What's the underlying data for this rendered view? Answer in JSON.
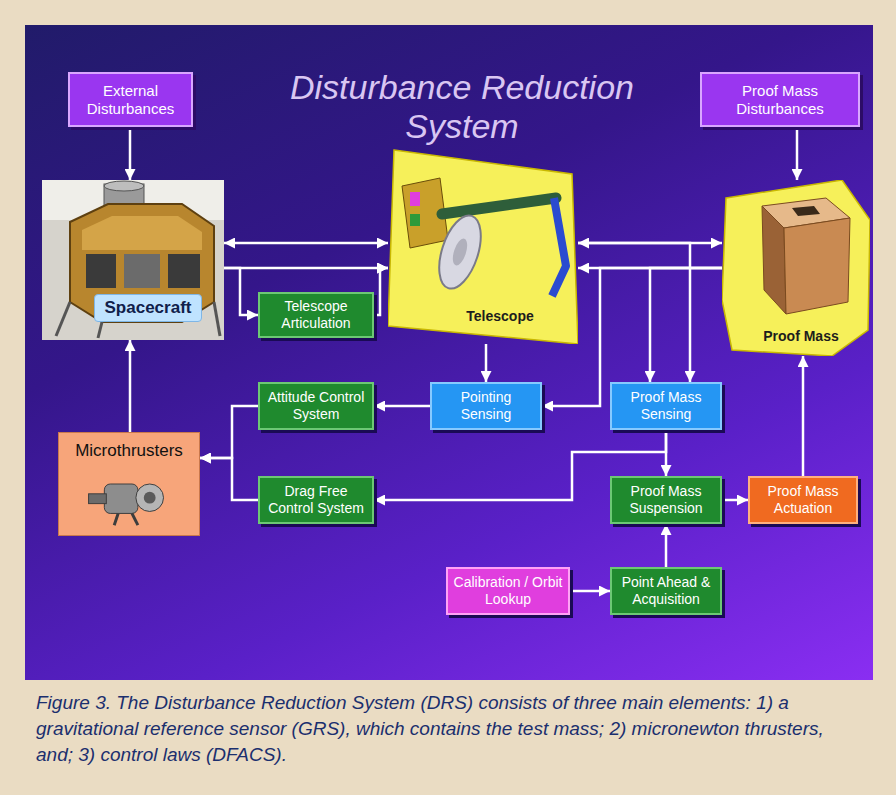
{
  "diagram": {
    "title": "Disturbance Reduction System",
    "caption": "Figure 3. The Disturbance Reduction System (DRS) consists of three main elements: 1) a gravitational reference sensor (GRS), which contains the test mass; 2) micronewton thrusters, and; 3) control laws (DFACS).",
    "nodes": [
      {
        "text": [
          "External Disturbances"
        ]
      },
      {
        "text": [
          "Proof Mass Disturbances"
        ]
      },
      {
        "text": [
          "Spacecraft"
        ]
      },
      {
        "text": [
          "Telescope Articulation"
        ]
      },
      {
        "text": [
          "Telescope"
        ]
      },
      {
        "text": [
          "Proof Mass"
        ]
      },
      {
        "text": [
          "Attitude Control System"
        ]
      },
      {
        "text": [
          "Pointing Sensing"
        ]
      },
      {
        "text": [
          "Proof Mass Sensing"
        ]
      },
      {
        "text": [
          "Microthrusters"
        ]
      },
      {
        "text": [
          "Drag Free Control System"
        ]
      },
      {
        "text": [
          "Proof Mass Suspension"
        ]
      },
      {
        "text": [
          "Proof Mass Actuation"
        ]
      },
      {
        "text": [
          "Calibration / Orbit Lookup"
        ]
      },
      {
        "text": [
          "Point Ahead & Acquisition"
        ]
      }
    ],
    "edges": [
      {
        "from": 0,
        "to": 2,
        "arrow": "to"
      },
      {
        "from": 1,
        "to": 5,
        "arrow": "to"
      },
      {
        "from": 2,
        "to": 4,
        "arrow": "both"
      },
      {
        "from": 4,
        "to": 5,
        "arrow": "both"
      },
      {
        "from": 2,
        "to": 3,
        "arrow": "to"
      },
      {
        "from": 2,
        "to": 4,
        "arrow": "to"
      },
      {
        "from": 3,
        "to": 4,
        "arrow": "to"
      },
      {
        "from": 4,
        "to": 7,
        "arrow": "to"
      },
      {
        "from": 5,
        "to": 4,
        "arrow": "to"
      },
      {
        "from": 5,
        "to": 7,
        "arrow": "to"
      },
      {
        "from": 5,
        "to": 8,
        "arrow": "to"
      },
      {
        "from": 4,
        "to": 8,
        "arrow": "to"
      },
      {
        "from": 7,
        "to": 6,
        "arrow": "to"
      },
      {
        "from": 6,
        "to": 9,
        "arrow": "to"
      },
      {
        "from": 10,
        "to": 9,
        "arrow": "to"
      },
      {
        "from": 9,
        "to": 2,
        "arrow": "to"
      },
      {
        "from": 8,
        "to": 11,
        "arrow": "to"
      },
      {
        "from": 8,
        "to": 10,
        "arrow": "to"
      },
      {
        "from": 11,
        "to": 12,
        "arrow": "to"
      },
      {
        "from": 12,
        "to": 5,
        "arrow": "to"
      },
      {
        "from": 13,
        "to": 14,
        "arrow": "to"
      },
      {
        "from": 14,
        "to": 11,
        "arrow": "to"
      }
    ]
  }
}
